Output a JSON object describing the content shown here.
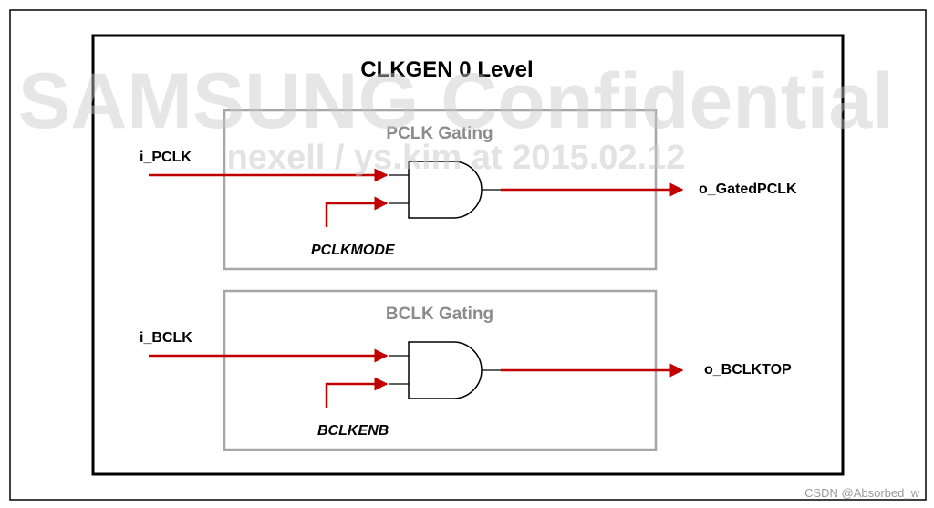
{
  "diagram": {
    "title": "CLKGEN 0 Level",
    "blocks": [
      {
        "title": "PCLK Gating",
        "input_label": "i_PCLK",
        "control_label": "PCLKMODE",
        "output_label": "o_GatedPCLK",
        "gate": "and-gate-icon"
      },
      {
        "title": "BCLK Gating",
        "input_label": "i_BCLK",
        "control_label": "BCLKENB",
        "output_label": "o_BCLKTOP",
        "gate": "and-gate-icon"
      }
    ]
  },
  "watermark": {
    "line1": "SAMSUNG Confidential",
    "line2": "nexell / ys.kim at 2015.02.12"
  },
  "credit": "CSDN @Absorbed_w",
  "colors": {
    "wire": "#c00000",
    "block_border": "#a6a6a6",
    "frame": "#000000",
    "block_title": "#8c8c8c"
  }
}
